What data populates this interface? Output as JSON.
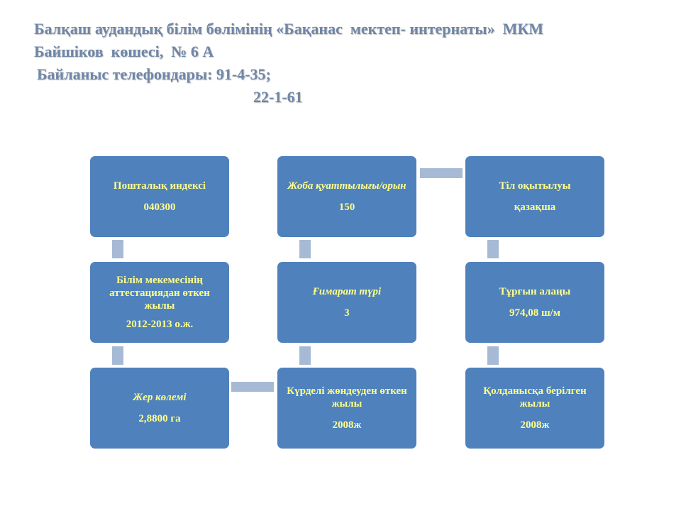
{
  "header": {
    "line1": "Балқаш аудандық білім бөлімінің «Бақанас  мектеп- интернаты»  МКМ",
    "line2": "Байшіков  көшесі,  № 6 А",
    "line3": "Байланыс телефондары: 91-4-35;",
    "line4": "22-1-61"
  },
  "boxes": {
    "postal": {
      "label": "Пошталық индексі",
      "value": "040300"
    },
    "attestation": {
      "label": "Білім мекемесінің аттестациядан өткен жылы",
      "value": "2012-2013 о.ж."
    },
    "land": {
      "label": "Жер көлемі",
      "value": "2,8800 га"
    },
    "capacity": {
      "label": "Жоба қуаттылығы/орын",
      "value": "150"
    },
    "building": {
      "label": "Ғимарат түрі",
      "value": "3"
    },
    "repair": {
      "label": "Күрделі жөндеуден өткен жылы",
      "value": "2008ж"
    },
    "language": {
      "label": "Тіл оқытылуы",
      "value": "қазақша"
    },
    "area": {
      "label": "Тұрғын алаңы",
      "value": "974,08 ш/м"
    },
    "commissioned": {
      "label": "Қолданысқа берілген жылы",
      "value": "2008ж"
    }
  },
  "colors": {
    "box_fill": "#4f81bd",
    "box_text": "#ffff8a",
    "connector": "#a7bad5",
    "header_text": "#6f87a8"
  }
}
